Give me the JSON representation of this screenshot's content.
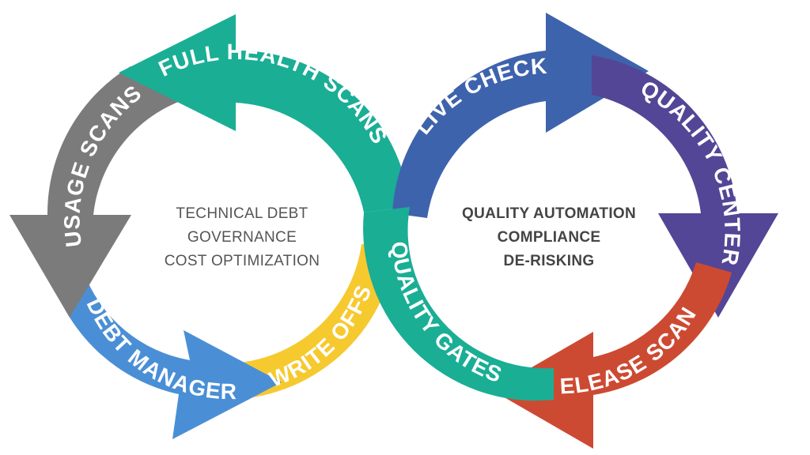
{
  "colors": {
    "teal": "#1aae95",
    "gray": "#7b7b7b",
    "light_blue": "#4a8fd6",
    "yellow": "#f6c92f",
    "blue": "#3e63ad",
    "purple": "#534696",
    "red": "#cd4a32"
  },
  "segments": {
    "full_health_scans": "FULL HEALTH SCANS",
    "usage_scans": "USAGE SCANS",
    "debt_manager": "DEBT MANAGER",
    "write_offs": "WRITE OFFS",
    "quality_gates": "QUALITY GATES",
    "live_check": "LIVE CHECK",
    "quality_center": "QUALITY CENTER",
    "release_scans": "RELEASE SCANS"
  },
  "left_center": {
    "line1": "TECHNICAL DEBT",
    "line2": "GOVERNANCE",
    "line3": "COST OPTIMIZATION"
  },
  "right_center": {
    "line1": "QUALITY AUTOMATION",
    "line2": "COMPLIANCE",
    "line3": "DE-RISKING"
  }
}
